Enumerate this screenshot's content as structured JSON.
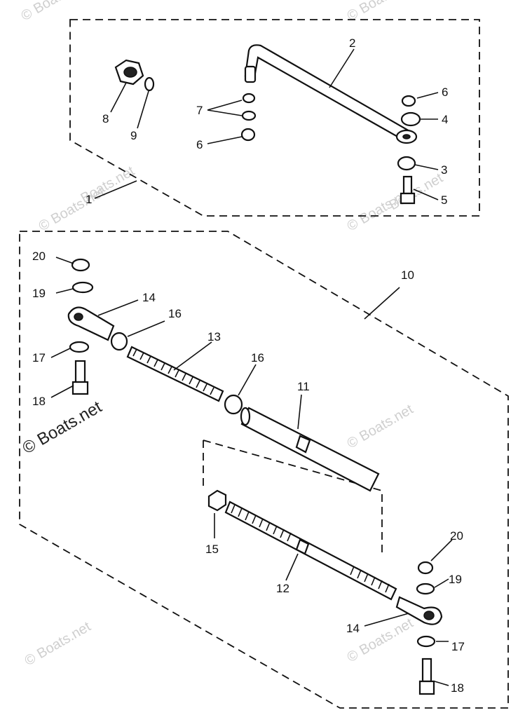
{
  "callouts": {
    "c1": "1",
    "c2": "2",
    "c3": "3",
    "c4": "4",
    "c5": "5",
    "c6a": "6",
    "c6b": "6",
    "c7": "7",
    "c8": "8",
    "c9": "9",
    "c10": "10",
    "c11": "11",
    "c12": "12",
    "c13": "13",
    "c14a": "14",
    "c14b": "14",
    "c15": "15",
    "c16a": "16",
    "c16b": "16",
    "c17a": "17",
    "c17b": "17",
    "c18a": "18",
    "c18b": "18",
    "c19a": "19",
    "c19b": "19",
    "c20a": "20",
    "c20b": "20"
  },
  "watermark": {
    "text": "Boats.net",
    "copyright_text": "© Boats.net"
  },
  "colors": {
    "ink": "#111111",
    "watermark": "#cfcfcf",
    "paper": "#ffffff"
  }
}
